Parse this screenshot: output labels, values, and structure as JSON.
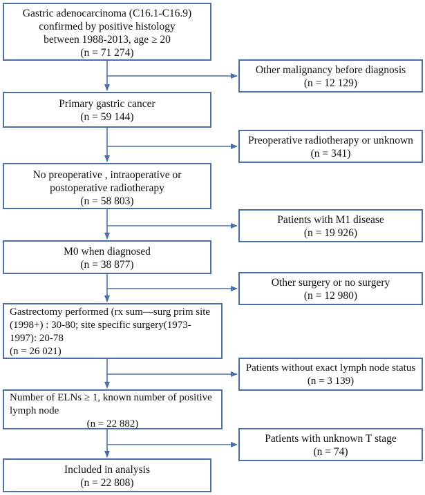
{
  "boxes": {
    "b1": {
      "lines": [
        "Gastric adenocarcinoma (C16.1-C16.9)",
        "confirmed by positive histology",
        "between 1988-2013, age ≥ 20",
        "(n = 71 274)"
      ]
    },
    "b2": {
      "lines": [
        "Primary gastric cancer",
        "(n = 59 144)"
      ]
    },
    "b3": {
      "lines": [
        "No preoperative , intraoperative  or",
        "postoperative radiotherapy",
        "(n = 58 803)"
      ]
    },
    "b4": {
      "lines": [
        "M0 when diagnosed",
        "(n = 38 877)"
      ]
    },
    "b5": {
      "lines": [
        "Gastrectomy performed (rx sum—surg prim site",
        "(1998+) : 30-80; site specific surgery(1973-",
        "1997): 20-78",
        "(n = 26 021)"
      ]
    },
    "b6": {
      "lines": [
        "Number of ELNs ≥ 1, known number of positive",
        "lymph node",
        "(n = 22 882)"
      ]
    },
    "b7": {
      "lines": [
        "Included in analysis",
        "(n = 22 808)"
      ]
    }
  },
  "exclusions": {
    "e1": {
      "lines": [
        "Other malignancy before diagnosis",
        "(n = 12 129)"
      ]
    },
    "e2": {
      "lines": [
        "Preoperative radiotherapy or unknown",
        "(n = 341)"
      ]
    },
    "e3": {
      "lines": [
        "Patients with M1 disease",
        "(n = 19 926)"
      ]
    },
    "e4": {
      "lines": [
        "Other surgery or no surgery",
        "(n = 12 980)"
      ]
    },
    "e5": {
      "lines": [
        "Patients without exact lymph node status",
        "(n = 3 139)"
      ]
    },
    "e6": {
      "lines": [
        "Patients with unknown T stage",
        "(n = 74)"
      ]
    }
  }
}
